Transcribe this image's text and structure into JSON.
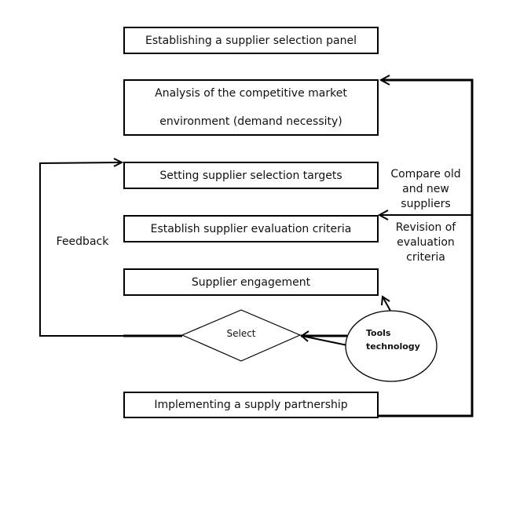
{
  "diagram": {
    "title": "Supplier selection process flow",
    "steps": [
      {
        "label": "Establishing a supplier selection panel"
      },
      {
        "label_line1": "Analysis of the competitive market",
        "label_line2": "environment (demand necessity)"
      },
      {
        "label": "Setting supplier selection targets"
      },
      {
        "label": "Establish supplier evaluation criteria"
      },
      {
        "label": "Supplier engagement"
      },
      {
        "label": "Implementing a supply partnership"
      }
    ],
    "decision": {
      "label": "Select"
    },
    "tool_node": {
      "line1": "Tools",
      "line2": "technology"
    },
    "feedback_label": "Feedback",
    "side_labels": {
      "compare": [
        "Compare old",
        "and new",
        "suppliers"
      ],
      "revision": [
        "Revision of",
        "evaluation",
        "criteria"
      ]
    },
    "colors": {
      "stroke": "#000000",
      "background": "#ffffff"
    }
  }
}
